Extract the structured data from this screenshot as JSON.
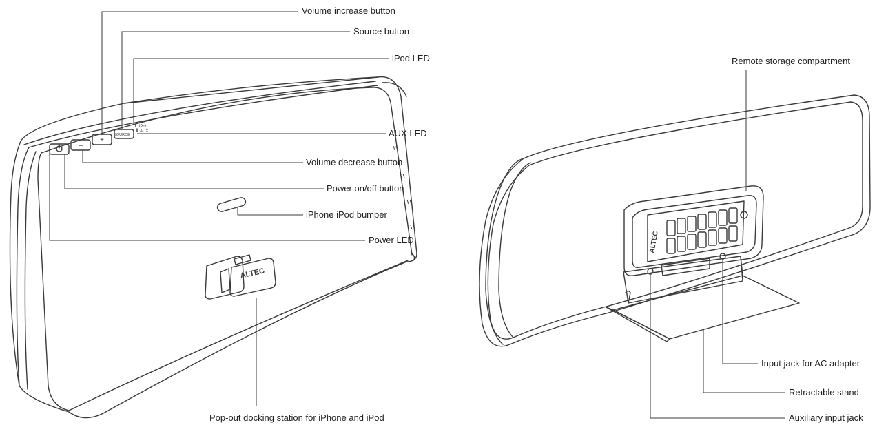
{
  "left_labels": {
    "volume_increase": "Volume increase button",
    "source": "Source button",
    "ipod_led": "iPod LED",
    "aux_led": "AUX LED",
    "volume_decrease": "Volume decrease button",
    "power_button": "Power on/off button",
    "bumper": "iPhone iPod bumper",
    "power_led": "Power LED",
    "dock": "Pop-out docking station for iPhone and iPod"
  },
  "right_labels": {
    "remote_storage": "Remote storage compartment",
    "ac_jack": "Input jack for AC adapter",
    "stand": "Retractable stand",
    "aux_jack": "Auxiliary input jack"
  },
  "device_text": {
    "source_button": "SOURCE",
    "plus_button": "+",
    "minus_button": "–",
    "ipod_indicator": "iPod",
    "aux_indicator": "AUX",
    "dock_brand": "ALTEC",
    "remote_brand": "ALTEC"
  },
  "colors": {
    "line": "#3a3a3a",
    "label": "#222222",
    "background": "#ffffff"
  },
  "icons": [
    "power-icon"
  ]
}
